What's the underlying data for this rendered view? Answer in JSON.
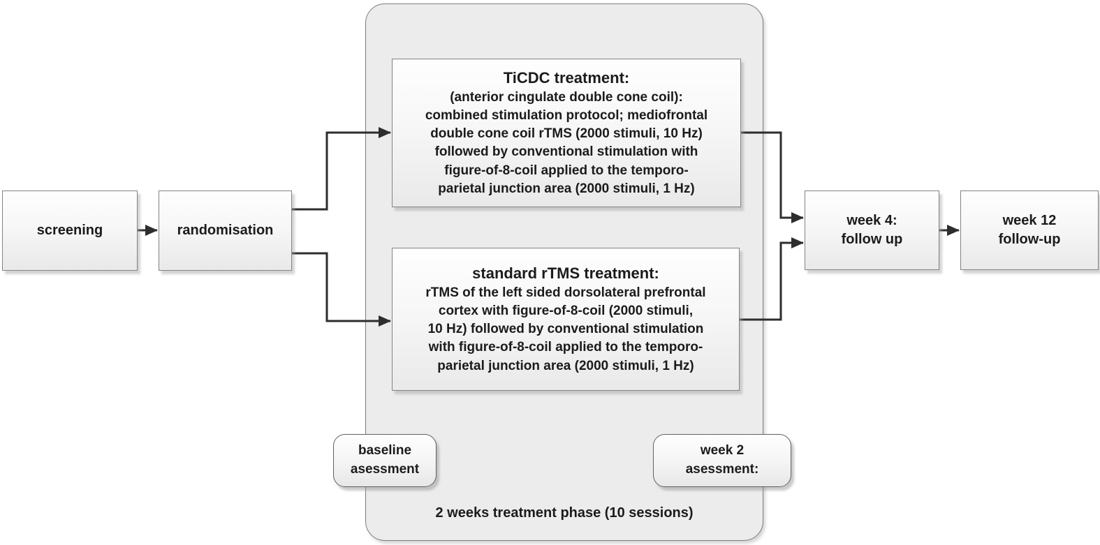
{
  "diagram": {
    "nodes": {
      "screening": {
        "label": "screening"
      },
      "randomisation": {
        "label": "randomisation"
      },
      "ticdc": {
        "title": "TiCDC treatment:",
        "body": "(anterior cingulate double cone coil):\ncombined stimulation protocol; mediofrontal\ndouble cone coil rTMS (2000 stimuli, 10 Hz)\nfollowed by conventional stimulation with\nfigure-of-8-coil applied to the temporo-\nparietal junction area (2000 stimuli, 1 Hz)"
      },
      "standard_rtms": {
        "title": "standard rTMS treatment:",
        "body": "rTMS of the left sided dorsolateral prefrontal\ncortex with figure-of-8-coil (2000 stimuli,\n10 Hz) followed by conventional stimulation\nwith figure-of-8-coil applied to the temporo-\nparietal junction area (2000 stimuli, 1 Hz)"
      },
      "week4": {
        "label": "week 4:\nfollow up"
      },
      "week12": {
        "label": "week 12\nfollow-up"
      },
      "baseline_badge": {
        "label": "baseline\nasessment"
      },
      "week2_badge": {
        "label": "week 2\nasessment:"
      }
    },
    "phase_label": "2 weeks treatment phase (10 sessions)",
    "colors": {
      "connector": "#2d2d2d",
      "box_border": "#828282",
      "container_fill": "#ececec",
      "box_fill_top": "#fefefe",
      "box_fill_bottom": "#e9e9e9",
      "background": "#ffffff"
    }
  }
}
